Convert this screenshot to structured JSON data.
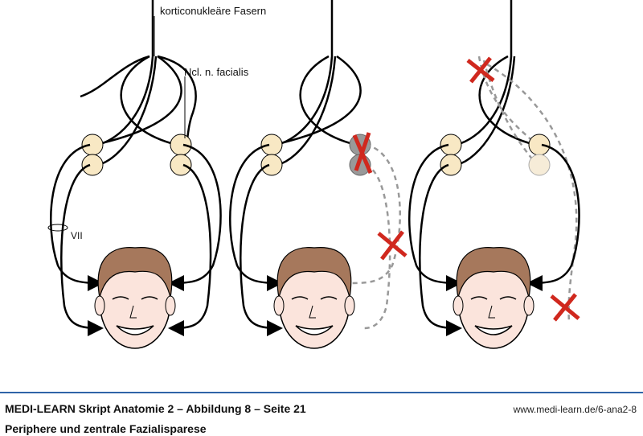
{
  "labels": {
    "fibers": "korticonukleäre Fasern",
    "nucleus": "Ncl. n. facialis",
    "nerve": "VII"
  },
  "footer": {
    "title": "MEDI-LEARN Skript Anatomie 2 – Abbildung 8 – Seite 21",
    "subtitle": "Periphere und zentrale Fazialisparese",
    "url": "www.medi-learn.de/6-ana2-8"
  },
  "colors": {
    "nucleus": "#f8e8c4",
    "lesion": "#d0281e",
    "accent": "#2f64a8",
    "hair": "#a6785c",
    "skin": "#fbe4dc",
    "inactive": "#999999"
  }
}
